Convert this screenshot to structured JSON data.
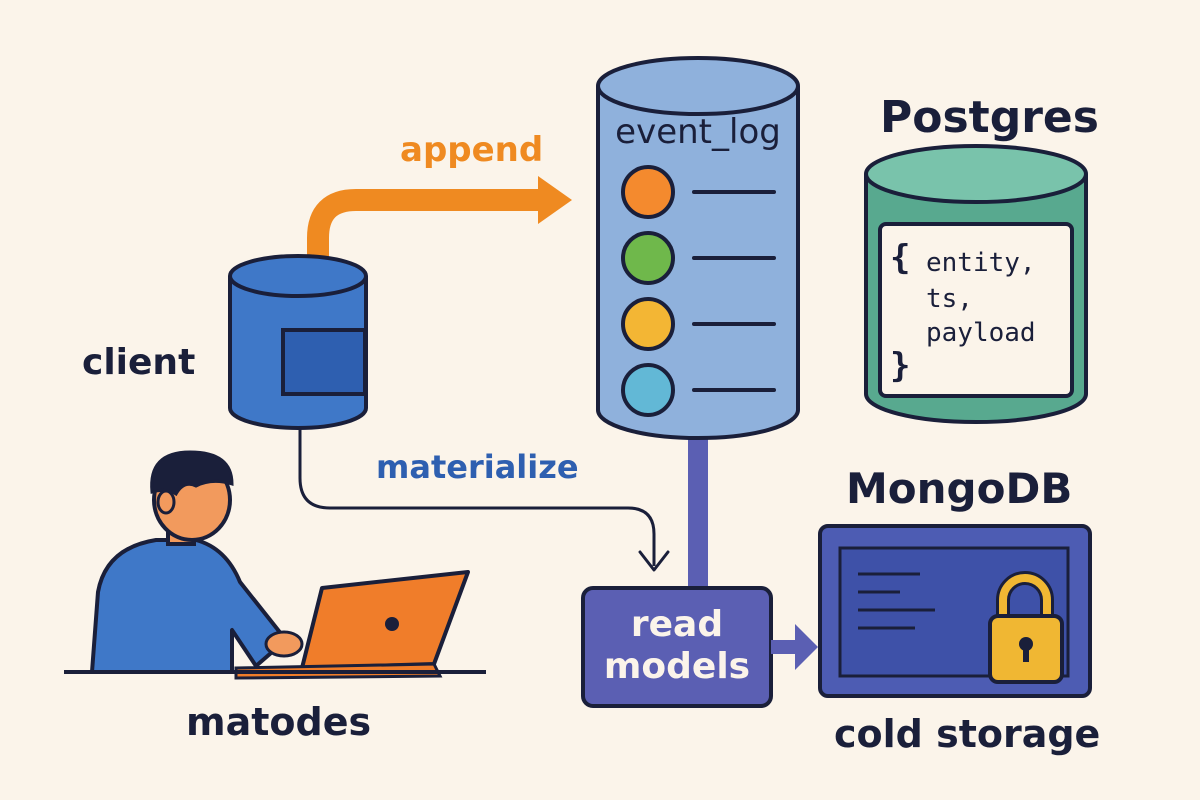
{
  "colors": {
    "background": "#fbf4ea",
    "outline": "#1a1f3a",
    "append_arrow": "#ef8a21",
    "client_db": "#3f78c8",
    "event_log_body": "#8fb1dc",
    "postgres_body": "#58a98f",
    "read_models_box": "#5b5fb3",
    "mongodb_panel": "#4d5cb3",
    "lock": "#f0b733",
    "person_shirt": "#3f78c8",
    "laptop": "#f07d2a"
  },
  "labels": {
    "client": "client",
    "append": "append",
    "materialize": "materialize",
    "event_log": "event_log",
    "postgres": "Postgres",
    "mongodb": "MongoDB",
    "read_models_line1": "read",
    "read_models_line2": "models",
    "cold_storage": "cold storage",
    "person": "matodes"
  },
  "postgres_schema": {
    "open_brace": "{",
    "fields": [
      "entity,",
      "ts,",
      "payload"
    ],
    "close_brace": "}"
  },
  "event_log_entries": [
    {
      "color": "#f48a2e",
      "icon": "orange-event-dot"
    },
    {
      "color": "#6fb84b",
      "icon": "green-event-dot"
    },
    {
      "color": "#f3b634",
      "icon": "yellow-event-dot"
    },
    {
      "color": "#62b8d6",
      "icon": "cyan-event-dot"
    }
  ]
}
